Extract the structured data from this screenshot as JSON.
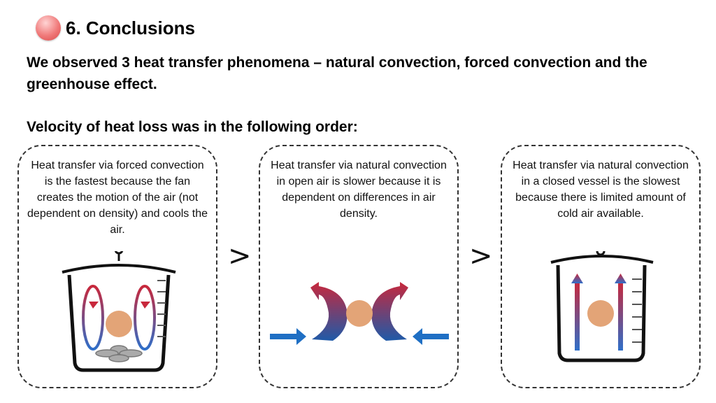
{
  "slide": {
    "title": "6. Conclusions",
    "intro": "We observed 3 heat transfer phenomena – natural convection, forced convection and the greenhouse effect.",
    "order_heading": "Velocity of heat loss was in the following order:"
  },
  "panels": [
    {
      "text": "Heat transfer via forced convection is the fastest because the fan creates the motion of the air (not dependent on density) and cools the air."
    },
    {
      "text": "Heat transfer via natural convection in open air is slower because it is dependent on differences in air density."
    },
    {
      "text": "Heat transfer via natural convection in a closed vessel is the slowest because there is limited amount of cold air available."
    }
  ],
  "comparators": [
    ">",
    ">"
  ],
  "colors": {
    "hot": "#c8283c",
    "cold": "#1f6fc4",
    "sphere": "#e3a477",
    "bullet": "#e86060"
  },
  "icons": [
    "beaker-icon",
    "fan-icon",
    "circulation-arrow-icon",
    "heated-sphere-icon",
    "air-flow-arrow-icon"
  ]
}
